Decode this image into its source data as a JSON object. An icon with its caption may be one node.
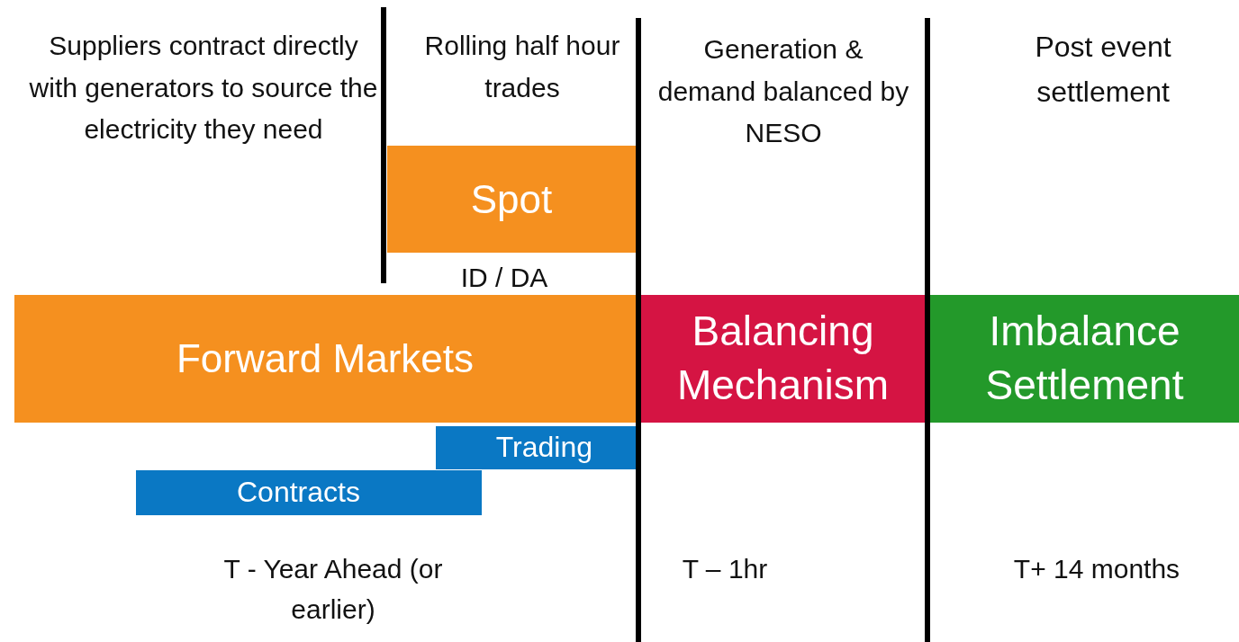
{
  "diagram": {
    "nodes": [
      {
        "text": [
          "Spot"
        ]
      },
      {
        "text": [
          "Forward Markets"
        ]
      },
      {
        "text": [
          "Balancing Mechanism"
        ]
      },
      {
        "text": [
          "Imbalance Settlement"
        ]
      },
      {
        "text": [
          "Trading"
        ]
      },
      {
        "text": [
          "Contracts"
        ]
      }
    ],
    "edges": [],
    "labels": [
      "Suppliers contract directly with generators to source the electricity they need",
      "Rolling half hour trades",
      "Generation & demand balanced by NESO",
      "Post event settlement",
      "ID / DA",
      "T - Year Ahead (or earlier)",
      "T – 1hr",
      "T+ 14 months"
    ]
  }
}
